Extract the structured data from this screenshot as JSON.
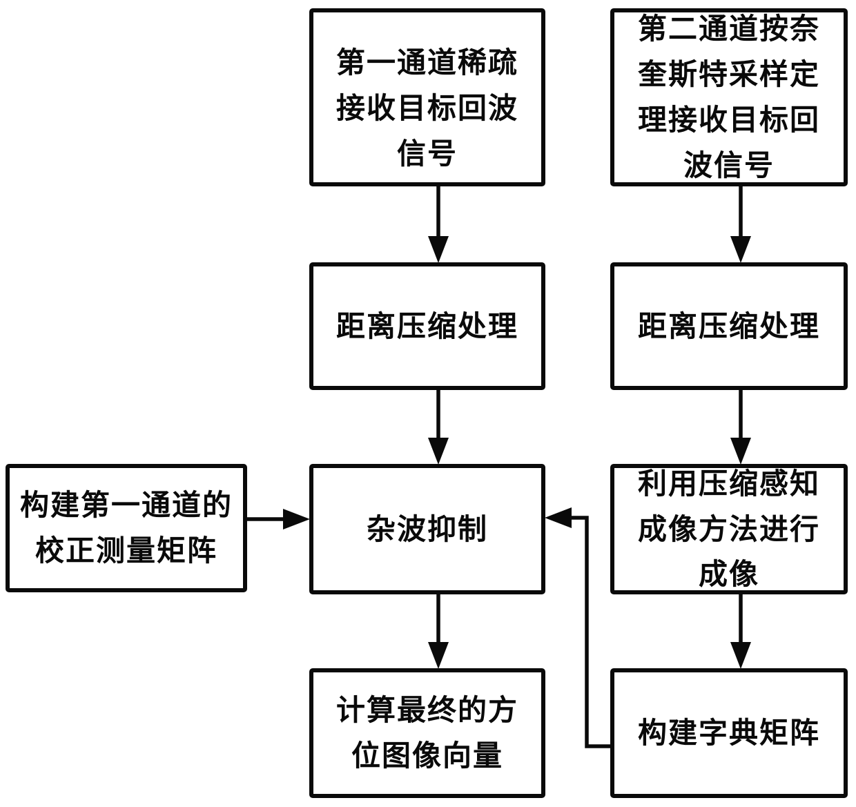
{
  "diagram": {
    "type": "flowchart",
    "colors": {
      "background": "#ffffff",
      "line": "#0a0a0a",
      "text": "#0a0a0a"
    },
    "nodes": [
      {
        "id": "ch1-receive",
        "label": "第一通道稀疏接收目标回波信号"
      },
      {
        "id": "ch2-receive",
        "label": "第二通道按奈奎斯特采样定理接收目标回波信号"
      },
      {
        "id": "range-compress-1",
        "label": "距离压缩处理"
      },
      {
        "id": "range-compress-2",
        "label": "距离压缩处理"
      },
      {
        "id": "calibration-matrix",
        "label": "构建第一通道的校正测量矩阵"
      },
      {
        "id": "clutter-suppression",
        "label": "杂波抑制"
      },
      {
        "id": "cs-imaging",
        "label": "利用压缩感知成像方法进行成像"
      },
      {
        "id": "final-azimuth-image",
        "label": "计算最终的方位图像向量"
      },
      {
        "id": "dictionary-matrix",
        "label": "构建字典矩阵"
      }
    ],
    "edges": [
      {
        "from": "ch1-receive",
        "to": "range-compress-1",
        "direction": "down"
      },
      {
        "from": "ch2-receive",
        "to": "range-compress-2",
        "direction": "down"
      },
      {
        "from": "range-compress-1",
        "to": "clutter-suppression",
        "direction": "down"
      },
      {
        "from": "range-compress-2",
        "to": "cs-imaging",
        "direction": "down"
      },
      {
        "from": "calibration-matrix",
        "to": "clutter-suppression",
        "direction": "right"
      },
      {
        "from": "clutter-suppression",
        "to": "final-azimuth-image",
        "direction": "down"
      },
      {
        "from": "cs-imaging",
        "to": "dictionary-matrix",
        "direction": "down"
      },
      {
        "from": "dictionary-matrix",
        "to": "clutter-suppression",
        "direction": "left-up-left"
      }
    ]
  }
}
